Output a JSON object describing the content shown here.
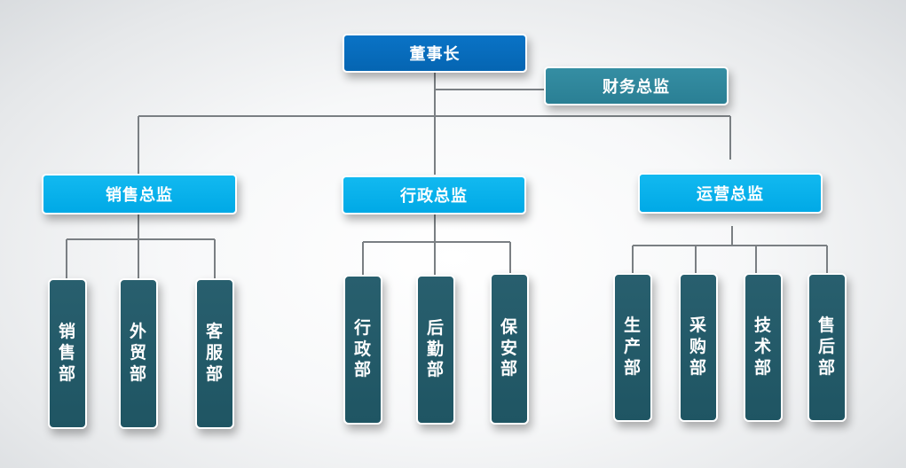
{
  "chart": {
    "root": {
      "label": "董事长"
    },
    "assistant": {
      "label": "财务总监"
    },
    "directors": [
      {
        "label": "销售总监",
        "departments": [
          {
            "label": "销售部"
          },
          {
            "label": "外贸部"
          },
          {
            "label": "客服部"
          }
        ]
      },
      {
        "label": "行政总监",
        "departments": [
          {
            "label": "行政部"
          },
          {
            "label": "后勤部"
          },
          {
            "label": "保安部"
          }
        ]
      },
      {
        "label": "运营总监",
        "departments": [
          {
            "label": "生产部"
          },
          {
            "label": "采购部"
          },
          {
            "label": "技术部"
          },
          {
            "label": "售后部"
          }
        ]
      }
    ]
  },
  "colors": {
    "root": "#0565b2",
    "assistant": "#2a7f94",
    "director": "#00a9e6",
    "department": "#1f5563",
    "connector": "#7a7f83"
  }
}
